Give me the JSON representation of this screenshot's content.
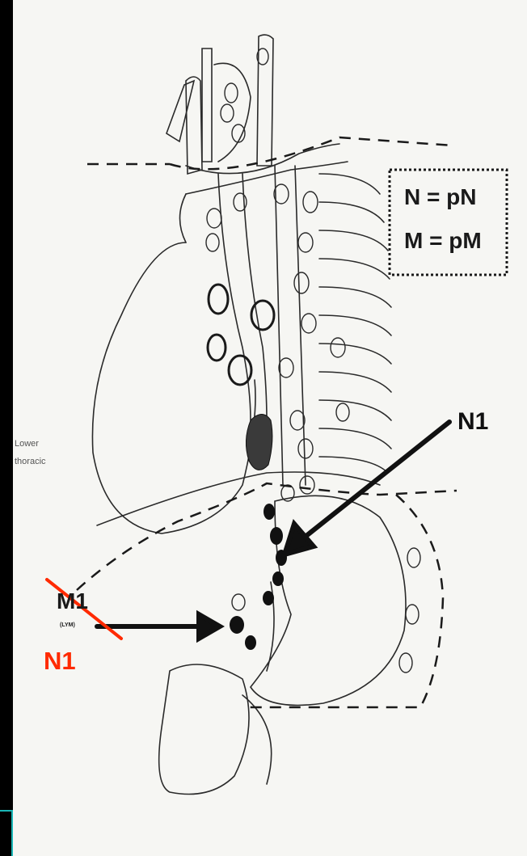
{
  "figure": {
    "key": {
      "line1": "N = pN",
      "line2": "M = pM"
    },
    "region_label": {
      "line1": "Lower",
      "line2": "thoracic"
    },
    "struck_label": {
      "text": "M1",
      "sub": "(LYM)"
    },
    "right_label": "N1",
    "correction_label": "N1",
    "colors": {
      "correction": "#ff2a00",
      "ink": "#1a1a1a",
      "paper": "#f6f6f3",
      "frame_accent": "#19b6b6"
    }
  }
}
